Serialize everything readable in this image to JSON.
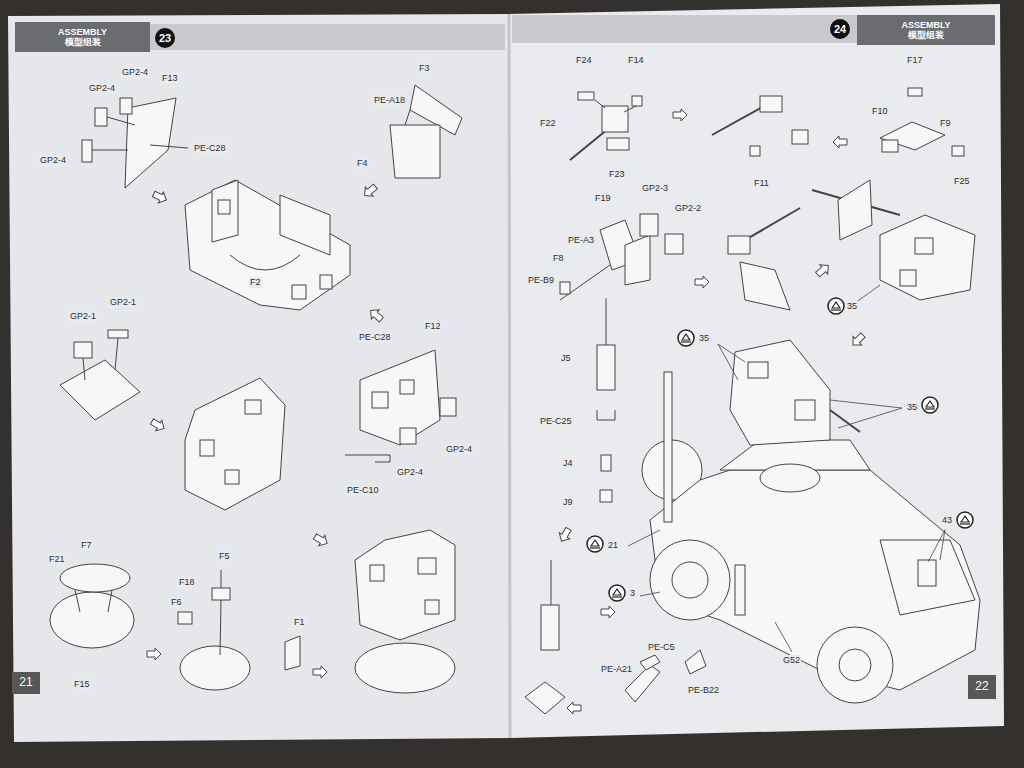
{
  "diagram": {
    "nodes": [
      {
        "text": [
          "ASSEMBLY",
          "模型组装"
        ]
      },
      {
        "text": [
          "23"
        ]
      },
      {
        "text": [
          "24"
        ]
      },
      {
        "text": [
          "ASSEMBLY",
          "模型组装"
        ]
      },
      {
        "text": [
          "21"
        ]
      },
      {
        "text": [
          "22"
        ]
      }
    ],
    "labels": [
      "GP2-4",
      "GP2-4",
      "F13",
      "GP2-4",
      "PE-C28",
      "F3",
      "PE-A18",
      "F4",
      "F2",
      "GP2-1",
      "GP2-1",
      "PE-C28",
      "F12",
      "GP2-4",
      "GP2-4",
      "PE-C10",
      "F7",
      "F21",
      "F5",
      "F18",
      "F6",
      "F1",
      "F15",
      "F24",
      "F14",
      "F22",
      "F23",
      "F11",
      "F17",
      "F10",
      "F9",
      "F25",
      "F19",
      "GP2-3",
      "GP2-2",
      "PE-A3",
      "F8",
      "PE-B9",
      "35",
      "J5",
      "35",
      "35",
      "PE-C25",
      "J4",
      "J9",
      "43",
      "21",
      "3",
      "G52",
      "PE-C5",
      "PE-A21",
      "PE-B22"
    ]
  }
}
